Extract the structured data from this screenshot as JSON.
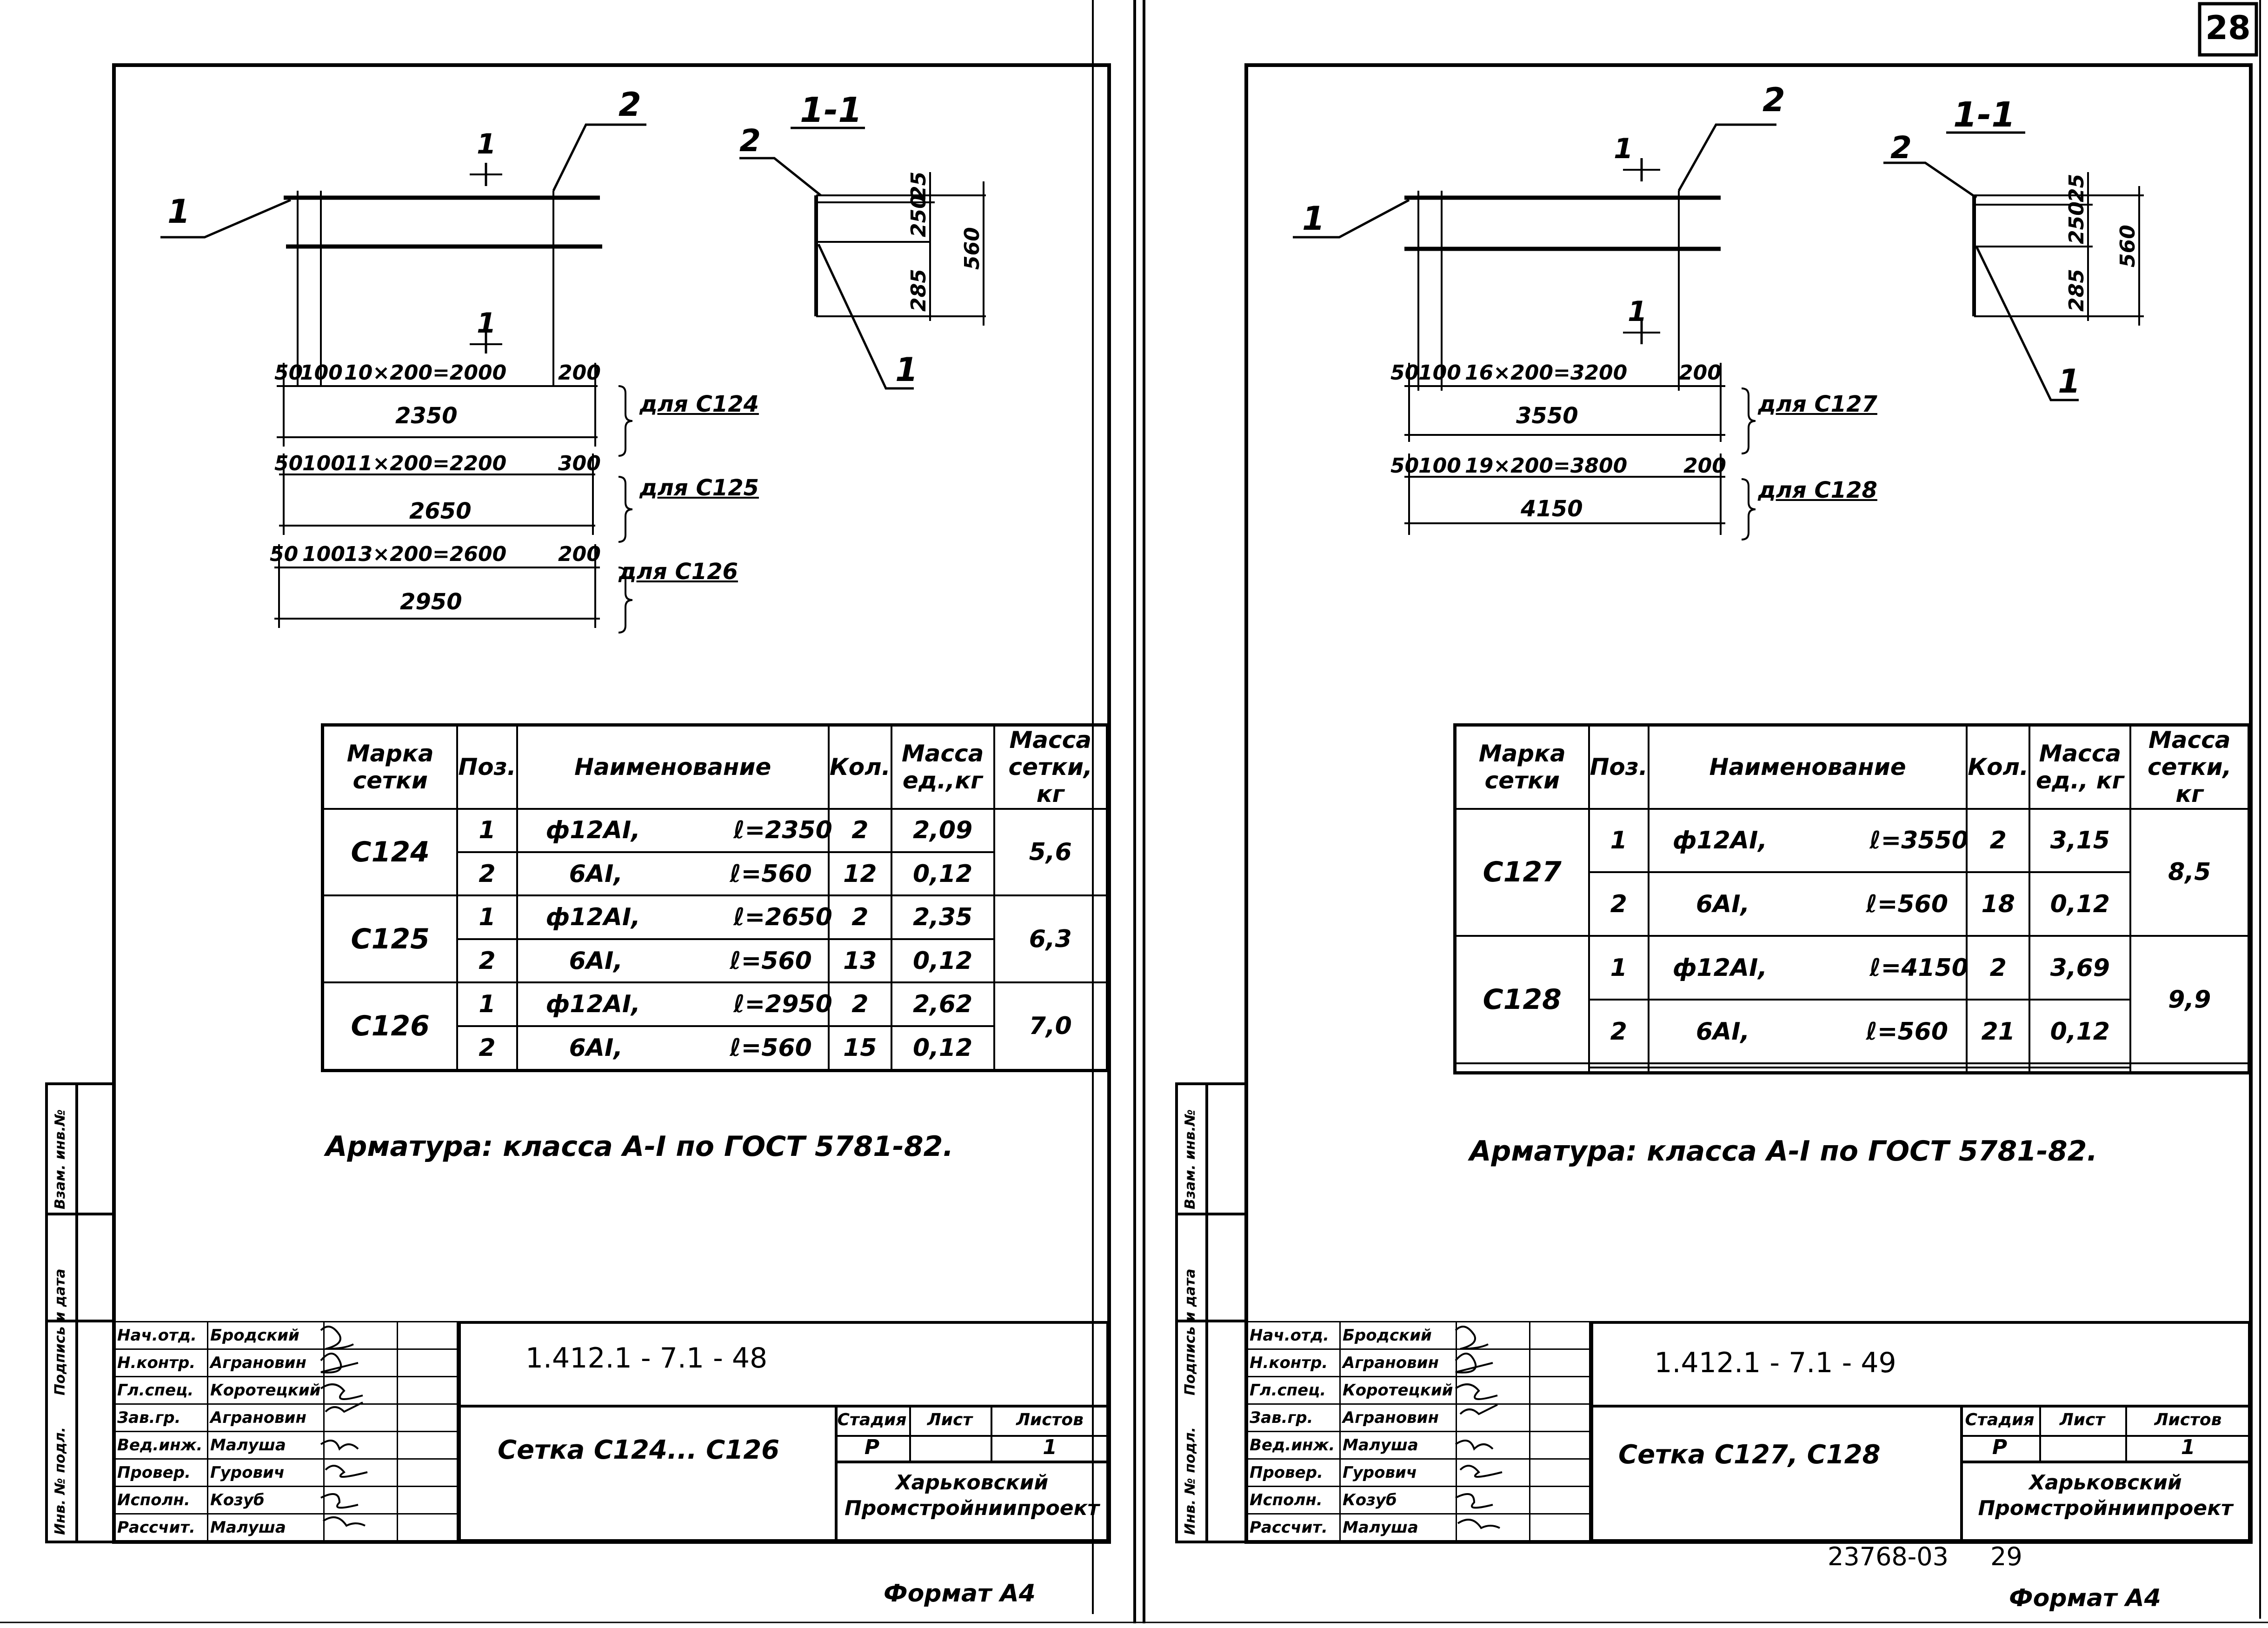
{
  "page_number": "28",
  "left": {
    "callouts": {
      "pos1": "1",
      "pos2": "2",
      "section": "1-1",
      "sec_cut": "1",
      "sec_pos2": "2",
      "sec_pos1": "1"
    },
    "section_dims": [
      "25",
      "250",
      "285",
      "560"
    ],
    "dims": [
      {
        "a": "50",
        "b": "100",
        "middle": "10×200=2000",
        "end": "200",
        "total": "2350",
        "label": "для С124"
      },
      {
        "a": "50",
        "b": "100",
        "middle": "11×200=2200",
        "end": "300",
        "total": "2650",
        "label": "для С125"
      },
      {
        "a": "50",
        "b": "100",
        "middle": "13×200=2600",
        "end": "200",
        "total": "2950",
        "label": "для С126"
      }
    ],
    "table": {
      "headers": {
        "mark": "Марка сетки",
        "pos": "Поз.",
        "name": "Наименование",
        "qty": "Кол.",
        "unit_mass": "Масса ед.,кг",
        "net_mass": "Масса сетки, кг"
      },
      "groups": [
        {
          "mark": "С124",
          "mass": "5,6",
          "rows": [
            {
              "pos": "1",
              "name": "ф12АI,",
              "len": "ℓ=2350",
              "qty": "2",
              "unit": "2,09"
            },
            {
              "pos": "2",
              "name": "6АI,",
              "len": "ℓ=560",
              "qty": "12",
              "unit": "0,12"
            }
          ]
        },
        {
          "mark": "С125",
          "mass": "6,3",
          "rows": [
            {
              "pos": "1",
              "name": "ф12АI,",
              "len": "ℓ=2650",
              "qty": "2",
              "unit": "2,35"
            },
            {
              "pos": "2",
              "name": "6АI,",
              "len": "ℓ=560",
              "qty": "13",
              "unit": "0,12"
            }
          ]
        },
        {
          "mark": "С126",
          "mass": "7,0",
          "rows": [
            {
              "pos": "1",
              "name": "ф12АI,",
              "len": "ℓ=2950",
              "qty": "2",
              "unit": "2,62"
            },
            {
              "pos": "2",
              "name": "6АI,",
              "len": "ℓ=560",
              "qty": "15",
              "unit": "0,12"
            }
          ]
        }
      ]
    },
    "note": "Арматура: класса А-I по ГОСТ 5781-82.",
    "stamp": {
      "doc_code": "1.412.1 - 7.1 - 48",
      "title": "Сетка С124... С126",
      "stage_h": "Стадия",
      "sheet_h": "Лист",
      "sheets_h": "Листов",
      "stage": "Р",
      "sheet": "",
      "sheets": "1",
      "org": "Харьковский Промстройниипроект",
      "roles": [
        {
          "role": "Нач.отд.",
          "name": "Бродский"
        },
        {
          "role": "Н.контр.",
          "name": "Аграновин"
        },
        {
          "role": "Гл.спец.",
          "name": "Коротецкий"
        },
        {
          "role": "Зав.гр.",
          "name": "Аграновин"
        },
        {
          "role": "Вед.инж.",
          "name": "Малуша"
        },
        {
          "role": "Провер.",
          "name": "Гурович"
        },
        {
          "role": "Исполн.",
          "name": "Козуб"
        },
        {
          "role": "Рассчит.",
          "name": "Малуша"
        }
      ]
    },
    "side_labels": {
      "inv": "Инв. № подл.",
      "sign": "Подпись и дата",
      "vzam": "Взам. инв.№"
    },
    "format": "Формат А4"
  },
  "right": {
    "callouts": {
      "pos1": "1",
      "pos2": "2",
      "section": "1-1",
      "sec_cut": "1",
      "sec_pos2": "2",
      "sec_pos1": "1"
    },
    "section_dims": [
      "25",
      "250",
      "285",
      "560"
    ],
    "dims": [
      {
        "a": "50",
        "b": "100",
        "middle": "16×200=3200",
        "end": "200",
        "total": "3550",
        "label": "для С127"
      },
      {
        "a": "50",
        "b": "100",
        "middle": "19×200=3800",
        "end": "200",
        "total": "4150",
        "label": "для С128"
      }
    ],
    "table": {
      "headers": {
        "mark": "Марка сетки",
        "pos": "Поз.",
        "name": "Наименование",
        "qty": "Кол.",
        "unit_mass": "Масса ед., кг",
        "net_mass": "Масса сетки, кг"
      },
      "groups": [
        {
          "mark": "С127",
          "mass": "8,5",
          "rows": [
            {
              "pos": "1",
              "name": "ф12АI,",
              "len": "ℓ=3550",
              "qty": "2",
              "unit": "3,15"
            },
            {
              "pos": "2",
              "name": "6АI,",
              "len": "ℓ=560",
              "qty": "18",
              "unit": "0,12"
            }
          ]
        },
        {
          "mark": "С128",
          "mass": "9,9",
          "rows": [
            {
              "pos": "1",
              "name": "ф12АI,",
              "len": "ℓ=4150",
              "qty": "2",
              "unit": "3,69"
            },
            {
              "pos": "2",
              "name": "6АI,",
              "len": "ℓ=560",
              "qty": "21",
              "unit": "0,12"
            }
          ]
        }
      ]
    },
    "note": "Арматура: класса А-I по ГОСТ 5781-82.",
    "stamp": {
      "doc_code": "1.412.1 - 7.1 - 49",
      "title": "Сетка С127, С128",
      "stage_h": "Стадия",
      "sheet_h": "Лист",
      "sheets_h": "Листов",
      "stage": "Р",
      "sheet": "",
      "sheets": "1",
      "org": "Харьковский Промстройниипроект",
      "roles": [
        {
          "role": "Нач.отд.",
          "name": "Бродский"
        },
        {
          "role": "Н.контр.",
          "name": "Аграновин"
        },
        {
          "role": "Гл.спец.",
          "name": "Коротецкий"
        },
        {
          "role": "Зав.гр.",
          "name": "Аграновин"
        },
        {
          "role": "Вед.инж.",
          "name": "Малуша"
        },
        {
          "role": "Провер.",
          "name": "Гурович"
        },
        {
          "role": "Исполн.",
          "name": "Козуб"
        },
        {
          "role": "Рассчит.",
          "name": "Малуша"
        }
      ]
    },
    "side_labels": {
      "inv": "Инв. № подл.",
      "sign": "Подпись и дата",
      "vzam": "Взам. инв.№"
    },
    "archive": {
      "number": "23768-03",
      "page": "29"
    },
    "format": "Формат А4"
  }
}
